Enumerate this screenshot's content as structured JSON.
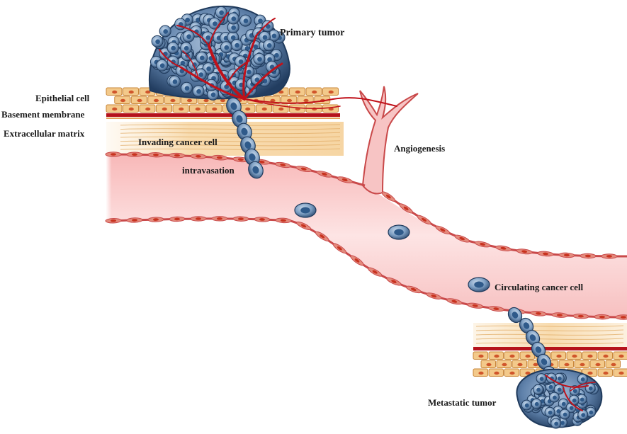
{
  "labels": {
    "primary_tumor": "Primary tumor",
    "epithelial_cell": "Epithelial cell",
    "basement_membrane": "Basement membrane",
    "extracellular_matrix": "Extracellular matrix",
    "invading_cancer_cell": "Invading cancer cell",
    "intravasation": "intravasation",
    "angiogenesis": "Angiogenesis",
    "circulating_cancer_cell": "Circulating cancer cell",
    "metastatic_tumor": "Metastatic tumor"
  },
  "colors": {
    "tumor_cell": "#4a6f9c",
    "tumor_cell_dark": "#1f3a5c",
    "tumor_nucleus": "#2f5a8a",
    "capillary": "#c0111a",
    "epithelium": "#f3c98a",
    "epithelium_border": "#c9873a",
    "epithelium_nucleus": "#d0552b",
    "basement_membrane": "#b5121b",
    "ecm": "#f8e2c0",
    "vessel_lumen": "#f7c4c4",
    "vessel_wall": "#c9494a",
    "endothelial_nucleus": "#c8321f"
  }
}
